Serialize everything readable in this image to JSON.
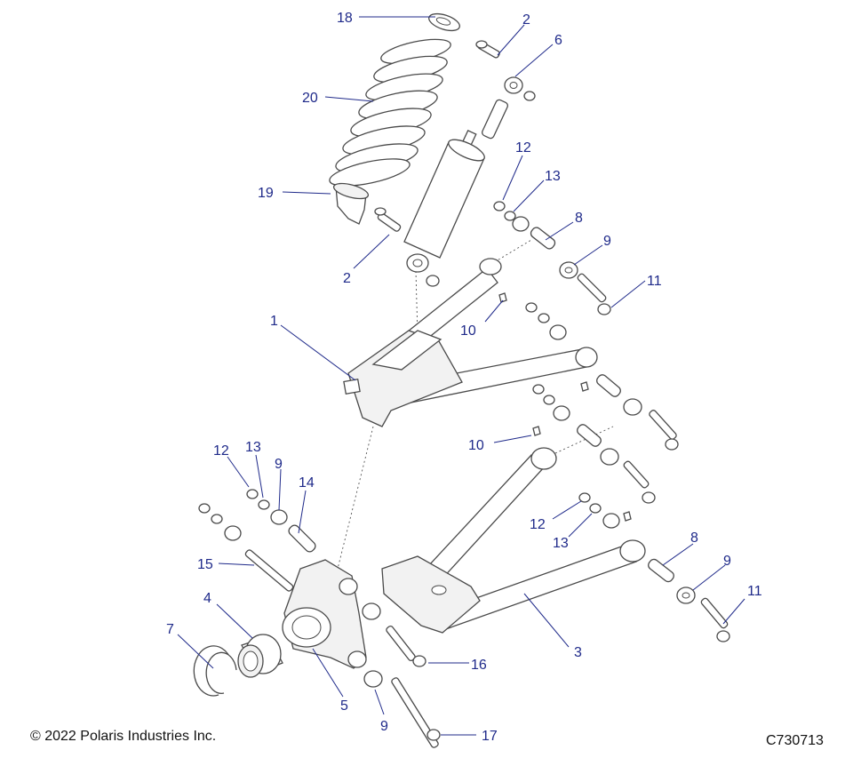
{
  "copyright": "© 2022 Polaris Industries Inc.",
  "drawing_number": "C730713",
  "callouts": [
    {
      "id": "c-18",
      "label": "18"
    },
    {
      "id": "c-2a",
      "label": "2"
    },
    {
      "id": "c-6",
      "label": "6"
    },
    {
      "id": "c-20",
      "label": "20"
    },
    {
      "id": "c-12a",
      "label": "12"
    },
    {
      "id": "c-13a",
      "label": "13"
    },
    {
      "id": "c-19",
      "label": "19"
    },
    {
      "id": "c-8a",
      "label": "8"
    },
    {
      "id": "c-9a",
      "label": "9"
    },
    {
      "id": "c-2b",
      "label": "2"
    },
    {
      "id": "c-11a",
      "label": "11"
    },
    {
      "id": "c-10a",
      "label": "10"
    },
    {
      "id": "c-1",
      "label": "1"
    },
    {
      "id": "c-10b",
      "label": "10"
    },
    {
      "id": "c-12b",
      "label": "12"
    },
    {
      "id": "c-13b",
      "label": "13"
    },
    {
      "id": "c-9b",
      "label": "9"
    },
    {
      "id": "c-14",
      "label": "14"
    },
    {
      "id": "c-12c",
      "label": "12"
    },
    {
      "id": "c-15",
      "label": "15"
    },
    {
      "id": "c-13c",
      "label": "13"
    },
    {
      "id": "c-8b",
      "label": "8"
    },
    {
      "id": "c-9c",
      "label": "9"
    },
    {
      "id": "c-4",
      "label": "4"
    },
    {
      "id": "c-11b",
      "label": "11"
    },
    {
      "id": "c-7",
      "label": "7"
    },
    {
      "id": "c-3",
      "label": "3"
    },
    {
      "id": "c-16",
      "label": "16"
    },
    {
      "id": "c-5",
      "label": "5"
    },
    {
      "id": "c-17",
      "label": "17"
    },
    {
      "id": "c-9d",
      "label": "9"
    }
  ]
}
